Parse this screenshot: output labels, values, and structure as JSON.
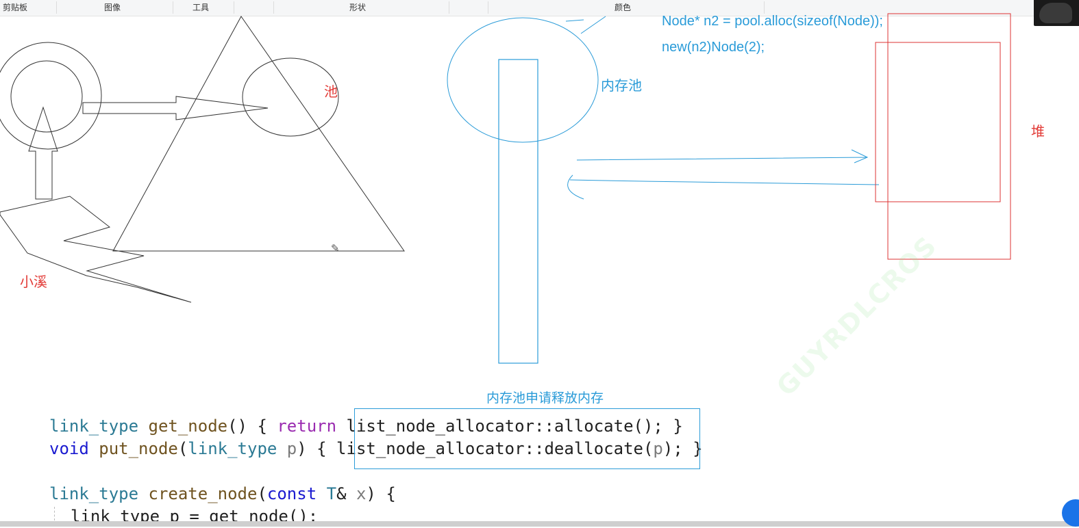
{
  "ribbon": {
    "clipboard": "剪贴板",
    "image": "图像",
    "tools": "工具",
    "shapes": "形状",
    "colors": "颜色"
  },
  "labels": {
    "pond": "池",
    "stream": "小溪",
    "memory_pool": "内存池",
    "heap": "堆",
    "memory_pool_caption": "内存池申请释放内存"
  },
  "notes": {
    "line1": "Node* n2 = pool.alloc(sizeof(Node));",
    "line2": "new(n2)Node(2);"
  },
  "code": {
    "l1_type": "link_type",
    "l1_fn": "get_node",
    "l1_a": "() { ",
    "l1_ret": "return",
    "l1_b": " list_node_allocator::allocate(); }",
    "l2_void": "void",
    "l2_fn": "put_node",
    "l2_a": "(",
    "l2_type": "link_type",
    "l2_param": "p",
    "l2_b": ") { list_node_allocator::deallocate(",
    "l2_param2": "p",
    "l2_c": "); }",
    "l3_type": "link_type",
    "l3_fn": "create_node",
    "l3_a": "(",
    "l3_const": "const",
    "l3_T": "T",
    "l3_b": "& ",
    "l3_param": "x",
    "l3_c": ") {",
    "l4": "link_type p = get_node();"
  },
  "watermark": "GUYRDLCROS",
  "colors": {
    "accent_blue": "#2a9bd8",
    "accent_red": "#e23a36"
  },
  "icons": [
    "pencil-icon"
  ]
}
